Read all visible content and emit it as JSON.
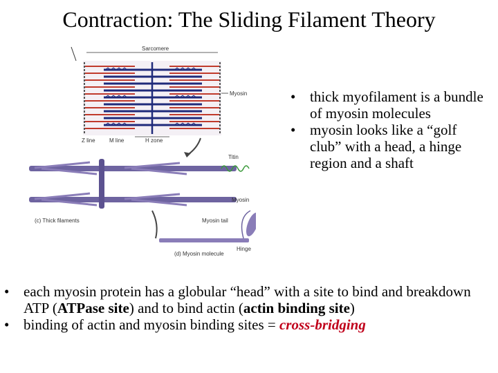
{
  "title": "Contraction: The Sliding Filament Theory",
  "figure": {
    "labels": {
      "sarcomere": "Sarcomere",
      "myosin_top": "Myosin",
      "z_line": "Z line",
      "m_line": "M line",
      "h_zone": "H zone",
      "titin": "Titin",
      "myosin_mol": "Myosin",
      "myosin_tail": "Myosin tail",
      "hinge": "Hinge",
      "thick_filaments": "(c) Thick filaments",
      "myosin_molecule": "(d) Myosin molecule"
    }
  },
  "right_bullets": [
    "thick myofilament is a bundle of myosin molecules",
    "myosin looks like a “golf club” with a head, a hinge region and a shaft"
  ],
  "bottom_bullets": {
    "b1_pre": "each myosin protein has a globular “head” with a site to bind and breakdown ATP (",
    "b1_bold1": "ATPase site",
    "b1_mid": ") and to bind actin (",
    "b1_bold2": "actin binding site",
    "b1_post": ")",
    "b2_pre": "binding of actin and myosin binding sites = ",
    "b2_red": "cross-bridging"
  },
  "bullet_char": "•",
  "colors": {
    "accent_red": "#c0001a",
    "filament_navy": "#1f2a7a",
    "thin_red": "#c0392b",
    "myosin_purple": "#7b6aa8"
  }
}
